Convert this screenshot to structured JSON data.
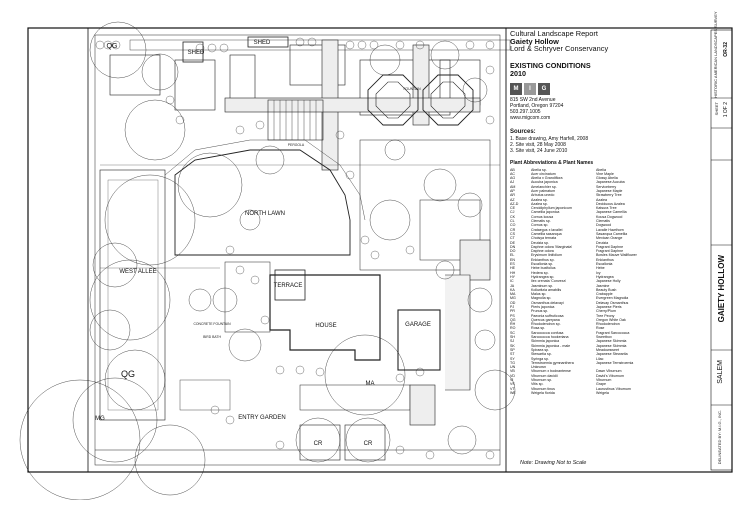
{
  "header": {
    "report": "Cultural Landscape Report",
    "site": "Gaiety Hollow",
    "owner": "Lord & Schryver Conservancy",
    "condition": "EXISTING CONDITIONS",
    "year": "2010",
    "logo_letters": [
      "M",
      "I",
      "G"
    ],
    "address1": "815 SW 2nd Avenue",
    "address2": "Portland, Oregon 97204",
    "phone": "503.297.1005",
    "web": "www.migcom.com"
  },
  "sources": {
    "heading": "Sources:",
    "items": [
      "1. Base drawing, Amy Harfell, 2008",
      "2. Site visit, 28 May 2008",
      "3. Site visit, 24 June 2010"
    ]
  },
  "abbreviations": {
    "heading": "Plant Abbreviations & Plant Names",
    "rows": [
      [
        "AB",
        "Abelia sp.",
        "Abelia"
      ],
      [
        "AC",
        "Acer circinatum",
        "Vine Maple"
      ],
      [
        "AG",
        "Abelia x Grandiflora",
        "Glossy Abelia"
      ],
      [
        "AJ",
        "Aucuba japonica",
        "Japanese Aucuba"
      ],
      [
        "AM",
        "Amelanchier sp.",
        "Serviceberry"
      ],
      [
        "AP",
        "Acer palmatum",
        "Japanese Maple"
      ],
      [
        "AR",
        "Arbutus unedo",
        "Strawberry Tree"
      ],
      [
        "AZ",
        "Azalea sp.",
        "Azalea"
      ],
      [
        "AZ-D",
        "Azalea sp.",
        "Deciduous Azalea"
      ],
      [
        "CE",
        "Cercidiphyllum japonicum",
        "Katsura Tree"
      ],
      [
        "CJ",
        "Camellia japonica",
        "Japanese Camellia"
      ],
      [
        "CK",
        "Cornus kousa",
        "Kousa Dogwood"
      ],
      [
        "CL",
        "Clematis sp.",
        "Clematis"
      ],
      [
        "CO",
        "Cornus sp.",
        "Dogwood"
      ],
      [
        "CR",
        "Crataegus x lavallei",
        "Lavalle Hawthorn"
      ],
      [
        "CS",
        "Camellia sasanqua",
        "Sasanqua Camellia"
      ],
      [
        "CT",
        "Choisya ternata",
        "Mexican Orange"
      ],
      [
        "DE",
        "Deutzia sp.",
        "Deutzia"
      ],
      [
        "DN",
        "Daphne odora 'Marginata'",
        "Fragrant Daphne"
      ],
      [
        "DO",
        "Daphne odora",
        "Fragrant Daphne"
      ],
      [
        "EL",
        "Erysimum linifolium",
        "Bowles Mauve Wallflower"
      ],
      [
        "EN",
        "Enkianthus sp.",
        "Enkianthus"
      ],
      [
        "ES",
        "Escallonia sp.",
        "Escallonia"
      ],
      [
        "HE",
        "Hebe buxifolius",
        "Hebe"
      ],
      [
        "HH",
        "Hedera sp.",
        "Ivy"
      ],
      [
        "HY",
        "Hydrangea sp.",
        "Hydrangea"
      ],
      [
        "IC",
        "Ilex crenata 'Convexa'",
        "Japanese Holly"
      ],
      [
        "JA",
        "Jasminum sp.",
        "Jasmine"
      ],
      [
        "KA",
        "Kolkwitzia amabilis",
        "Beauty Bush"
      ],
      [
        "MA",
        "Malus sp.",
        "Crabapple"
      ],
      [
        "MG",
        "Magnolia sp.",
        "Evergreen Magnolia"
      ],
      [
        "OD",
        "Osmanthus delavayi",
        "Delavay Osmanthus"
      ],
      [
        "PJ",
        "Pieris japonica",
        "Japanese Pieris"
      ],
      [
        "PR",
        "Prunus sp.",
        "Cherry/Plum"
      ],
      [
        "PS",
        "Paeonia suffruticosa",
        "Tree Peony"
      ],
      [
        "QG",
        "Quercus garryana",
        "Oregon White Oak"
      ],
      [
        "RH",
        "Rhododendron sp.",
        "Rhododendron"
      ],
      [
        "RO",
        "Rosa sp.",
        "Rose"
      ],
      [
        "SC",
        "Sarcococca confusa",
        "Fragrant Sarcococca"
      ],
      [
        "SH",
        "Sarcococca hookeriana",
        "Sweetbox"
      ],
      [
        "SJ",
        "Skimmia japonica",
        "Japanese Skimmia"
      ],
      [
        "SK",
        "Skimmia japonica - male",
        "Japanese Skimmia"
      ],
      [
        "SP",
        "Spiraea sp.",
        "Meadowsweet"
      ],
      [
        "ST",
        "Stewartia sp.",
        "Japanese Stewartia"
      ],
      [
        "SY",
        "Syringa sp.",
        "Lilac"
      ],
      [
        "TG",
        "Ternstroemia gymnanthera",
        "Japanese Ternstroemia"
      ],
      [
        "UN",
        "Unknown",
        ""
      ],
      [
        "VB",
        "Viburnum x bodnantense",
        "Dawn Viburnum"
      ],
      [
        "VD",
        "Viburnum davidii",
        "David's Viburnum"
      ],
      [
        "VI",
        "Viburnum sp.",
        "Viburnum"
      ],
      [
        "VS",
        "Vitis sp.",
        "Grape"
      ],
      [
        "VT",
        "Viburnum tinus",
        "Laurustinus Viburnum"
      ],
      [
        "WE",
        "Weigela florida",
        "Weigela"
      ]
    ]
  },
  "note": "Note: Drawing Not to Scale",
  "sidebar": {
    "survey": "HISTORIC AMERICAN LANDSCAPES SURVEY",
    "sheet_label": "SHEET",
    "sheet_value": "1 OF 2",
    "code": "OR-32",
    "title": "GAIETY HOLLOW",
    "city": "SALEM",
    "bottom": "DELINEATED BY: M.I.G., INC."
  },
  "plan": {
    "labels": {
      "qg1": "QG",
      "shed": "SHED",
      "shed2": "SHED",
      "north_lawn": "NORTH LAWN",
      "west_allee": "WEST ALLEE",
      "terrace": "TERRACE",
      "house": "HOUSE",
      "garage": "GARAGE",
      "qg2": "QG",
      "mg": "MG",
      "entry_garden": "ENTRY GARDEN",
      "ma": "MA",
      "cr1": "CR",
      "cr2": "CR",
      "pergola": "PERGOLA",
      "fountain": "FOUNTAIN",
      "small1": "CONCRETE FOUNTAIN",
      "small2": "BIRD BATH"
    }
  }
}
